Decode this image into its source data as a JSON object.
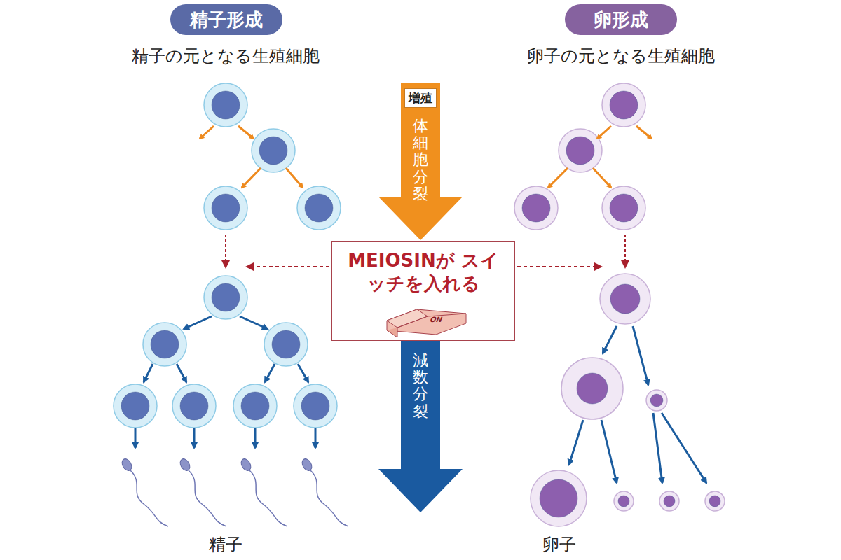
{
  "diagram": {
    "nodes": [
      {
        "text": [
          "精子形成"
        ]
      },
      {
        "text": [
          "卵形成"
        ]
      },
      {
        "text": [
          "体細胞分裂"
        ]
      },
      {
        "text": [
          "増殖"
        ],
        "in": 2
      },
      {
        "text": [
          "MEIOSINが スイッチを入れる"
        ]
      },
      {
        "text": [
          "減数分裂"
        ]
      }
    ],
    "labels": [
      "精子の元となる生殖細胞",
      "卵子の元となる生殖細胞",
      "ON",
      "精子",
      "卵子"
    ]
  }
}
